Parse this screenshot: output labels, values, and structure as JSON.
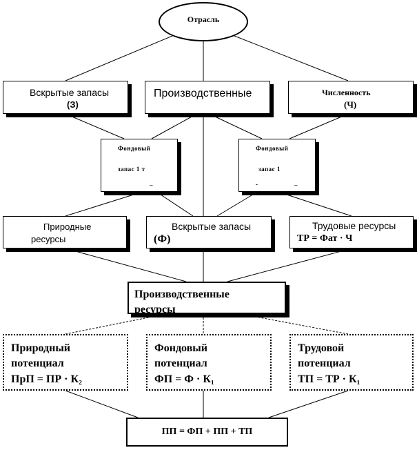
{
  "root": {
    "label": "Отрасль"
  },
  "level1": {
    "left": {
      "line1": "Вскрытые запасы",
      "line2": "(З)"
    },
    "center": {
      "label": "Производственные"
    },
    "right": {
      "line1": "Численность",
      "line2": "(Ч)"
    }
  },
  "level2": {
    "left": {
      "line1": "Фондовый",
      "line2": "запас 1 т",
      "line3": "_"
    },
    "right": {
      "line1": "Фондовый",
      "line2": "запас 1",
      "line3a": "-",
      "line3b": "_"
    }
  },
  "level3": {
    "left": {
      "line1": "Природные",
      "line2": "ресурсы"
    },
    "center": {
      "line1": "Вскрытые запасы",
      "line2": "(Ф)"
    },
    "right": {
      "line1": "Трудовые ресурсы",
      "line2": "ТР  = Фат · Ч"
    }
  },
  "level4": {
    "line1": "Производственные",
    "line2": "ресурсы"
  },
  "level5": {
    "left": {
      "line1": "Природный",
      "line2": "потенциал",
      "line3": "ПрП = ПР · К₂"
    },
    "center": {
      "line1": "Фондовый",
      "line2": "потенциал",
      "line3": "ФП = Ф · К₁"
    },
    "right": {
      "line1": "Трудовой",
      "line2": "потенциал",
      "line3": "ТП = ТР · К₁"
    }
  },
  "bottom": {
    "formula": "ПП = ФП + ПП + ТП"
  }
}
